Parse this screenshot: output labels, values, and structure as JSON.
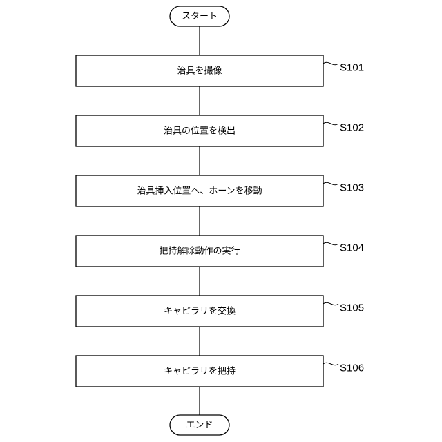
{
  "flowchart": {
    "start_label": "スタート",
    "end_label": "エンド",
    "steps": [
      {
        "id": "S101",
        "label": "治具を撮像"
      },
      {
        "id": "S102",
        "label": "治具の位置を検出"
      },
      {
        "id": "S103",
        "label": "治具挿入位置へ、ホーンを移動"
      },
      {
        "id": "S104",
        "label": "把持解除動作の実行"
      },
      {
        "id": "S105",
        "label": "キャピラリを交換"
      },
      {
        "id": "S106",
        "label": "キャピラリを把持"
      }
    ]
  }
}
